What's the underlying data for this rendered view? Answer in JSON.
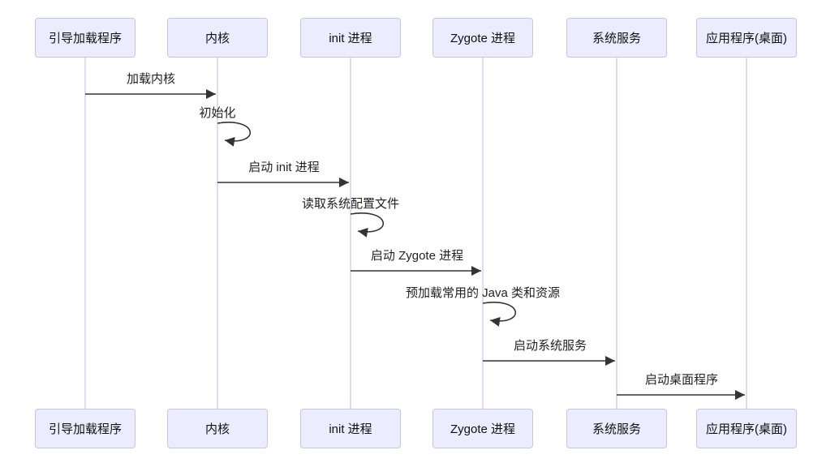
{
  "diagram": {
    "type": "sequence-diagram",
    "subject": "system boot sequence",
    "participants": [
      {
        "id": "bootloader",
        "label": "引导加载程序"
      },
      {
        "id": "kernel",
        "label": "内核"
      },
      {
        "id": "init",
        "label": "init 进程"
      },
      {
        "id": "zygote",
        "label": "Zygote 进程"
      },
      {
        "id": "system-services",
        "label": "系统服务"
      },
      {
        "id": "desktop-app",
        "label": "应用程序(桌面)"
      }
    ],
    "messages": [
      {
        "from": "引导加载程序",
        "to": "内核",
        "label": "加载内核",
        "type": "solid-arrow"
      },
      {
        "from": "内核",
        "to": "内核",
        "label": "初始化",
        "type": "self-loop"
      },
      {
        "from": "内核",
        "to": "init 进程",
        "label": "启动 init 进程",
        "type": "solid-arrow"
      },
      {
        "from": "init 进程",
        "to": "init 进程",
        "label": "读取系统配置文件",
        "type": "self-loop"
      },
      {
        "from": "init 进程",
        "to": "Zygote 进程",
        "label": "启动 Zygote 进程",
        "type": "solid-arrow"
      },
      {
        "from": "Zygote 进程",
        "to": "Zygote 进程",
        "label": "预加载常用的 Java 类和资源",
        "type": "self-loop"
      },
      {
        "from": "Zygote 进程",
        "to": "系统服务",
        "label": "启动系统服务",
        "type": "solid-arrow"
      },
      {
        "from": "系统服务",
        "to": "应用程序(桌面)",
        "label": "启动桌面程序",
        "type": "solid-arrow"
      }
    ],
    "colors": {
      "actor_fill": "#ECECFF",
      "actor_border": "#C9C2EA",
      "lifeline": "#D5CCF0",
      "message_line": "#333333",
      "text": "#222222",
      "background": "#FFFFFF"
    }
  }
}
